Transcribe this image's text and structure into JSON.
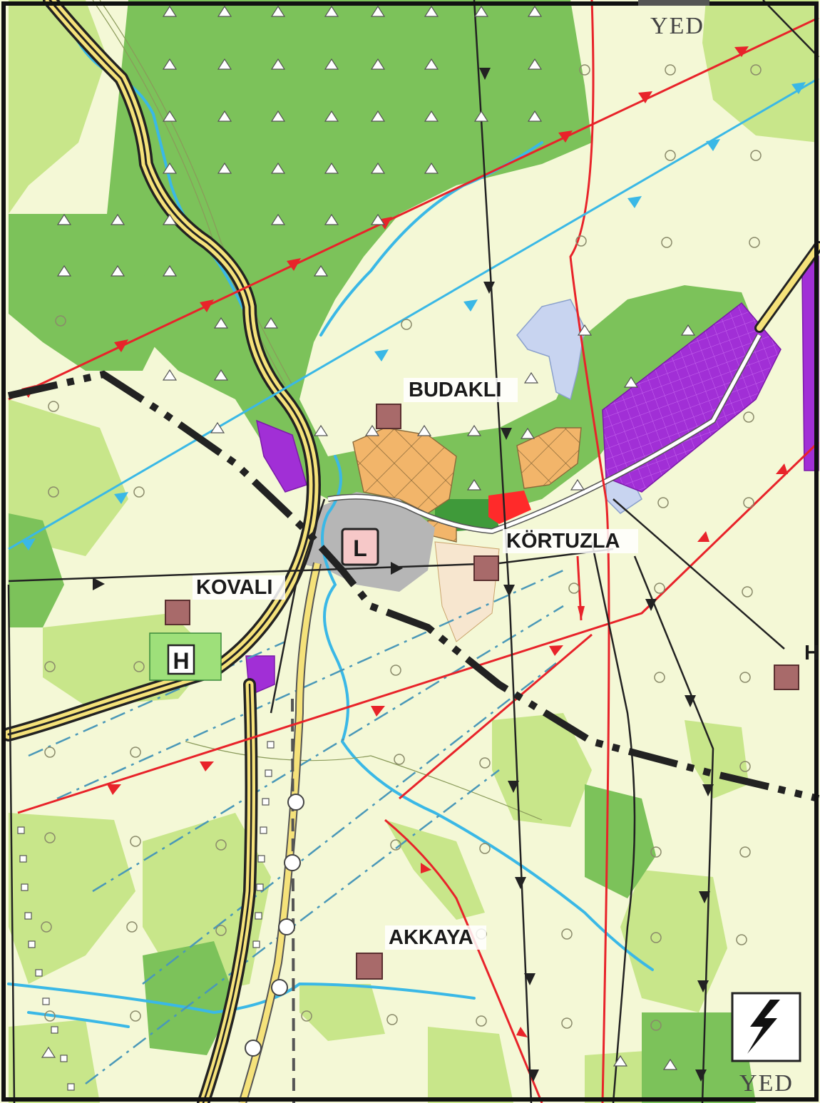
{
  "map": {
    "places": [
      {
        "id": "budakli",
        "label": "BUDAKLI"
      },
      {
        "id": "kortuzla",
        "label": "KÖRTUZLA"
      },
      {
        "id": "kovali",
        "label": "KOVALI"
      },
      {
        "id": "akkaya",
        "label": "AKKAYA"
      },
      {
        "id": "h-edge",
        "label": "H"
      }
    ],
    "symbols": {
      "l_letter": "L",
      "h_letter": "H",
      "top_legend": "YED",
      "bottom_legend": "YED"
    },
    "icons": [
      "lightning-icon",
      "tree-triangle-icon",
      "circle-icon",
      "village-square-icon"
    ],
    "colors": {
      "background": "#f4f8d6",
      "light_green": "#c8e68a",
      "forest_green": "#7cc25a",
      "dark_green": "#3f9a3a",
      "purple": "#a12fd6",
      "orange_zone": "#f2b56a",
      "settlement_gray": "#b6b6b6",
      "lake_blue": "#c8d4f0",
      "river_blue": "#3ab8e6",
      "power_red": "#e8232a",
      "boundary_black": "#222222",
      "highway_yellow": "#f5e27a",
      "village_brown": "#a86a6a"
    }
  }
}
